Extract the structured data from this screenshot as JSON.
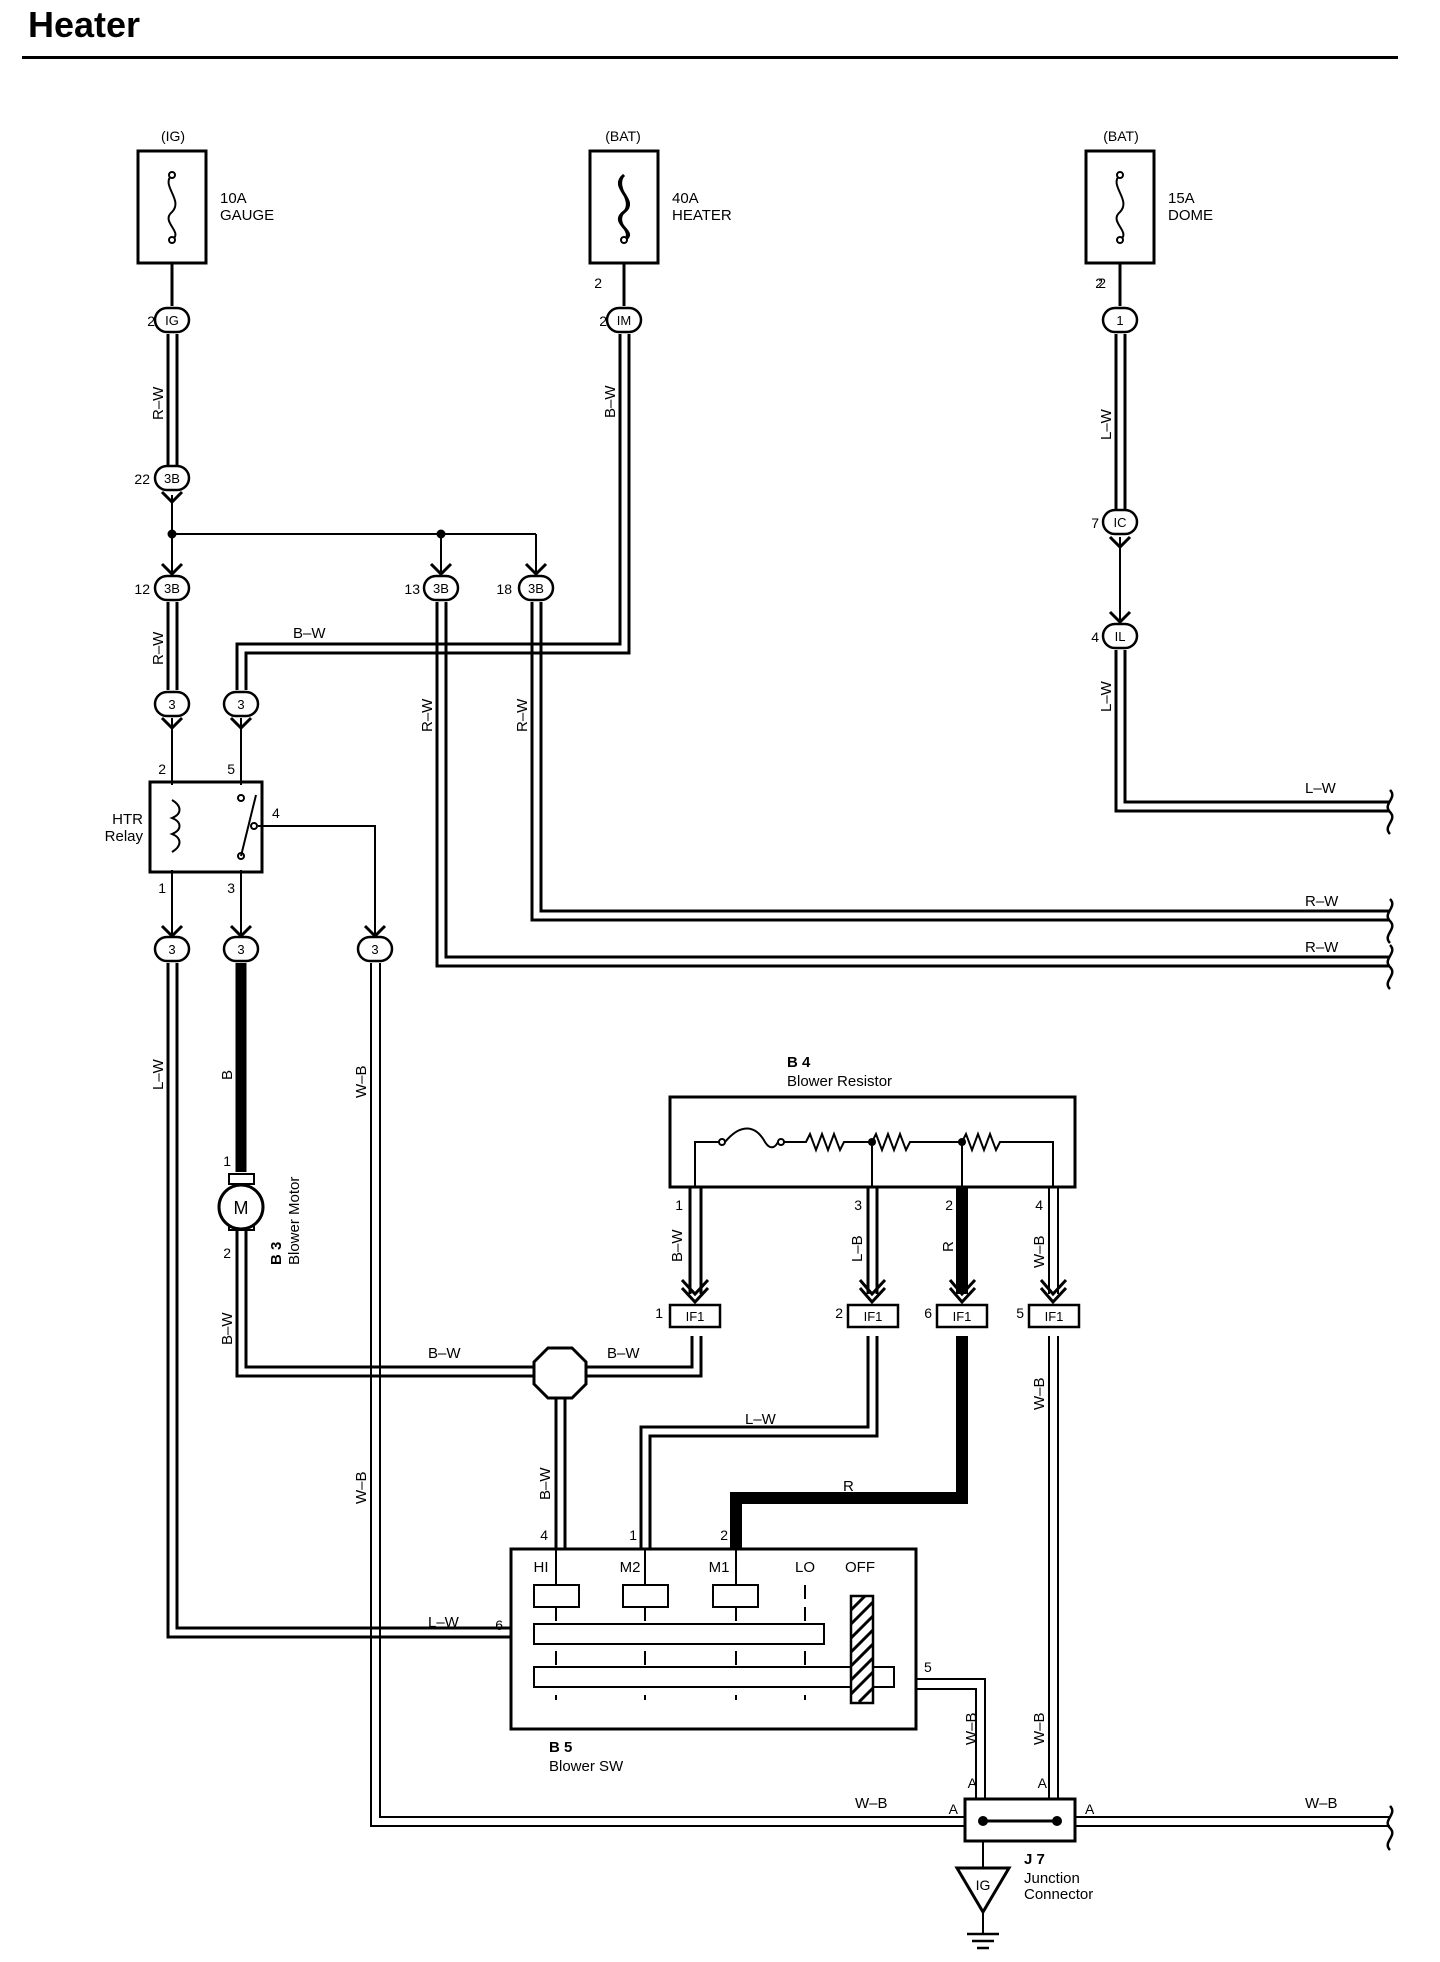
{
  "title": "Heater",
  "fuses": [
    {
      "source": "(IG)",
      "rating": "10A",
      "name": "GAUGE",
      "pin": "2"
    },
    {
      "source": "(BAT)",
      "rating": "40A",
      "name": "HEATER",
      "pin": "2"
    },
    {
      "source": "(BAT)",
      "rating": "15A",
      "name": "DOME",
      "pin": "2"
    }
  ],
  "connectors": {
    "ig": {
      "id": "IG",
      "pin": "2"
    },
    "im": {
      "id": "IM",
      "pin": "2"
    },
    "one": {
      "id": "1",
      "pin": "2"
    },
    "b3_22": {
      "id": "3B",
      "pin": "22"
    },
    "b3_12": {
      "id": "3B",
      "pin": "12"
    },
    "b3_13": {
      "id": "3B",
      "pin": "13"
    },
    "b3_18": {
      "id": "3B",
      "pin": "18"
    },
    "ic": {
      "id": "IC",
      "pin": "7"
    },
    "il": {
      "id": "IL",
      "pin": "4"
    },
    "r3a": {
      "id": "3"
    },
    "r3b": {
      "id": "3"
    },
    "r3c": {
      "id": "3"
    },
    "r3d": {
      "id": "3"
    },
    "r3e": {
      "id": "3"
    }
  },
  "wires": {
    "rw": "R–W",
    "bw": "B–W",
    "lw": "L–W",
    "b": "B",
    "wb": "W–B",
    "lb": "L–B",
    "r": "R"
  },
  "relay": {
    "line1": "HTR",
    "line2": "Relay",
    "pins": [
      "2",
      "5",
      "4",
      "1",
      "3"
    ]
  },
  "blower_motor": {
    "code": "B 3",
    "name": "Blower Motor",
    "symbol": "M",
    "pins": [
      "1",
      "2"
    ]
  },
  "blower_resistor": {
    "code": "B 4",
    "name": "Blower Resistor",
    "pins": [
      "1",
      "3",
      "2",
      "4"
    ]
  },
  "if1": [
    {
      "pin": "1",
      "id": "IF1"
    },
    {
      "pin": "2",
      "id": "IF1"
    },
    {
      "pin": "6",
      "id": "IF1"
    },
    {
      "pin": "5",
      "id": "IF1"
    }
  ],
  "blower_switch": {
    "code": "B 5",
    "name": "Blower SW",
    "positions": [
      "HI",
      "M2",
      "M1",
      "LO",
      "OFF"
    ],
    "pins": {
      "hi": "4",
      "m2": "1",
      "m1": "2",
      "lw": "6",
      "wb": "5"
    }
  },
  "junction": {
    "code": "J 7",
    "line1": "Junction",
    "line2": "Connector",
    "ground": "IG",
    "pin": "A"
  }
}
